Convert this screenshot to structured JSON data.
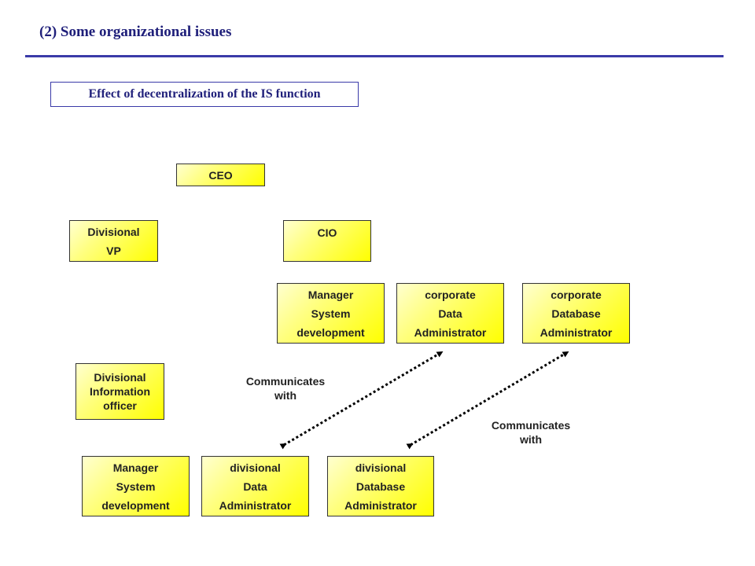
{
  "header": {
    "title": "(2) Some organizational issues",
    "subtitle": "Effect of decentralization of the IS function"
  },
  "nodes": {
    "ceo": [
      "CEO"
    ],
    "divisional_vp": [
      "Divisional",
      "VP"
    ],
    "cio": [
      "CIO"
    ],
    "corp_manager": [
      "Manager",
      "System",
      "development"
    ],
    "corp_data_admin": [
      "corporate",
      "Data",
      "Administrator"
    ],
    "corp_db_admin": [
      "corporate",
      "Database",
      "Administrator"
    ],
    "div_info_officer": [
      "Divisional",
      "Information",
      "officer"
    ],
    "div_manager": [
      "Manager",
      "System",
      "development"
    ],
    "div_data_admin": [
      "divisional",
      "Data",
      "Administrator"
    ],
    "div_db_admin": [
      "divisional",
      "Database",
      "Administrator"
    ]
  },
  "annotations": {
    "comm_1": [
      "Communicates",
      "with"
    ],
    "comm_2": [
      "Communicates",
      "with"
    ]
  },
  "colors": {
    "box_fill": "#ffff00",
    "box_fill_light": "#ffffd0",
    "heading": "#1f1f7a",
    "rule": "#3a3aa8",
    "link": "#000000"
  }
}
